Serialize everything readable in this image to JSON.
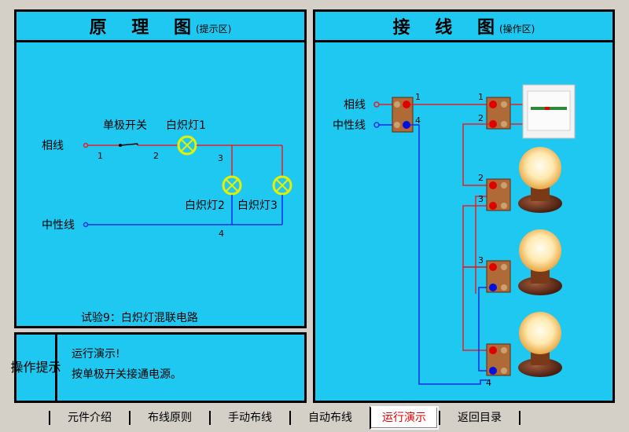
{
  "left_panel": {
    "title": "原 理 图",
    "subtitle": "(提示区)",
    "labels": {
      "phase": "相线",
      "neutral": "中性线",
      "switch": "单极开关",
      "lamp1": "白炽灯1",
      "lamp2": "白炽灯2",
      "lamp3": "白炽灯3",
      "n1": "1",
      "n2": "2",
      "n3": "3",
      "n4": "4"
    },
    "caption": "试验9：白炽灯混联电路"
  },
  "right_panel": {
    "title": "接 线 图",
    "subtitle": "(操作区)",
    "labels": {
      "phase": "相线",
      "neutral": "中性线",
      "t1a": "1",
      "t4a": "4",
      "t1b": "1",
      "t2a": "2",
      "t2b": "2",
      "t3a": "3",
      "t3b": "3",
      "t4b": "4"
    }
  },
  "hint": {
    "label_chars": [
      "操",
      "作",
      "提",
      "示"
    ],
    "line1": "运行演示!",
    "line2": "按单极开关接通电源。"
  },
  "toolbar": {
    "items": [
      "元件介绍",
      "布线原则",
      "手动布线",
      "自动布线",
      "运行演示",
      "返回目录"
    ],
    "active_index": 4
  },
  "colors": {
    "panel_bg": "#1ec8f0",
    "phase_wire": "#e0202a",
    "neutral_wire": "#1a2ee0",
    "active_text": "#dd0000"
  }
}
